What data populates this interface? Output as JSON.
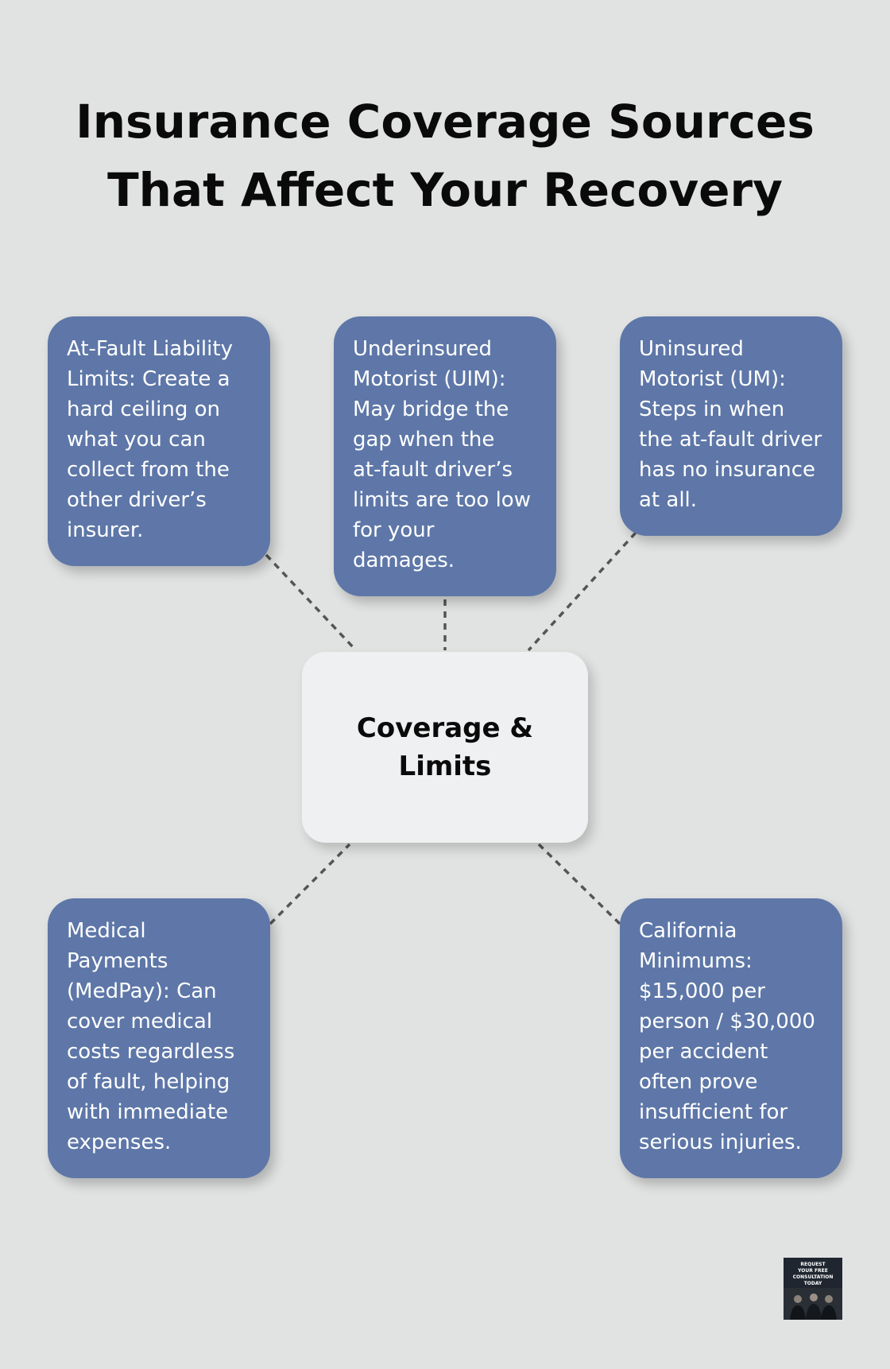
{
  "title": {
    "line1": "Insurance Coverage Sources",
    "line2": "That Affect Your Recovery"
  },
  "center": {
    "label": "Coverage &\nLimits"
  },
  "nodes": [
    {
      "id": "at-fault-liability",
      "text": "At-Fault Liability\nLimits: Create a\nhard ceiling on\nwhat you can\ncollect from the\nother driver’s\ninsurer."
    },
    {
      "id": "underinsured-motorist",
      "text": "Underinsured\nMotorist (UIM):\nMay bridge the\ngap when the\nat-fault driver’s\nlimits are too low\nfor your\ndamages."
    },
    {
      "id": "uninsured-motorist",
      "text": "Uninsured\nMotorist (UM):\nSteps in when\nthe at-fault driver\nhas no insurance\nat all."
    },
    {
      "id": "medical-payments",
      "text": "Medical\nPayments\n(MedPay): Can\ncover medical\ncosts regardless\nof fault, helping\nwith immediate\nexpenses."
    },
    {
      "id": "california-minimums",
      "text": "California\nMinimums:\n$15,000 per\nperson / $30,000\nper accident\noften prove\ninsufficient for\nserious injuries."
    }
  ],
  "badge": {
    "text": "REQUEST\nYOUR FREE\nCONSULTATION\nTODAY"
  },
  "colors": {
    "background": "#e1e3e2",
    "node_fill": "#5e77a8",
    "center_fill": "#eff0f2",
    "connector": "#555555"
  }
}
